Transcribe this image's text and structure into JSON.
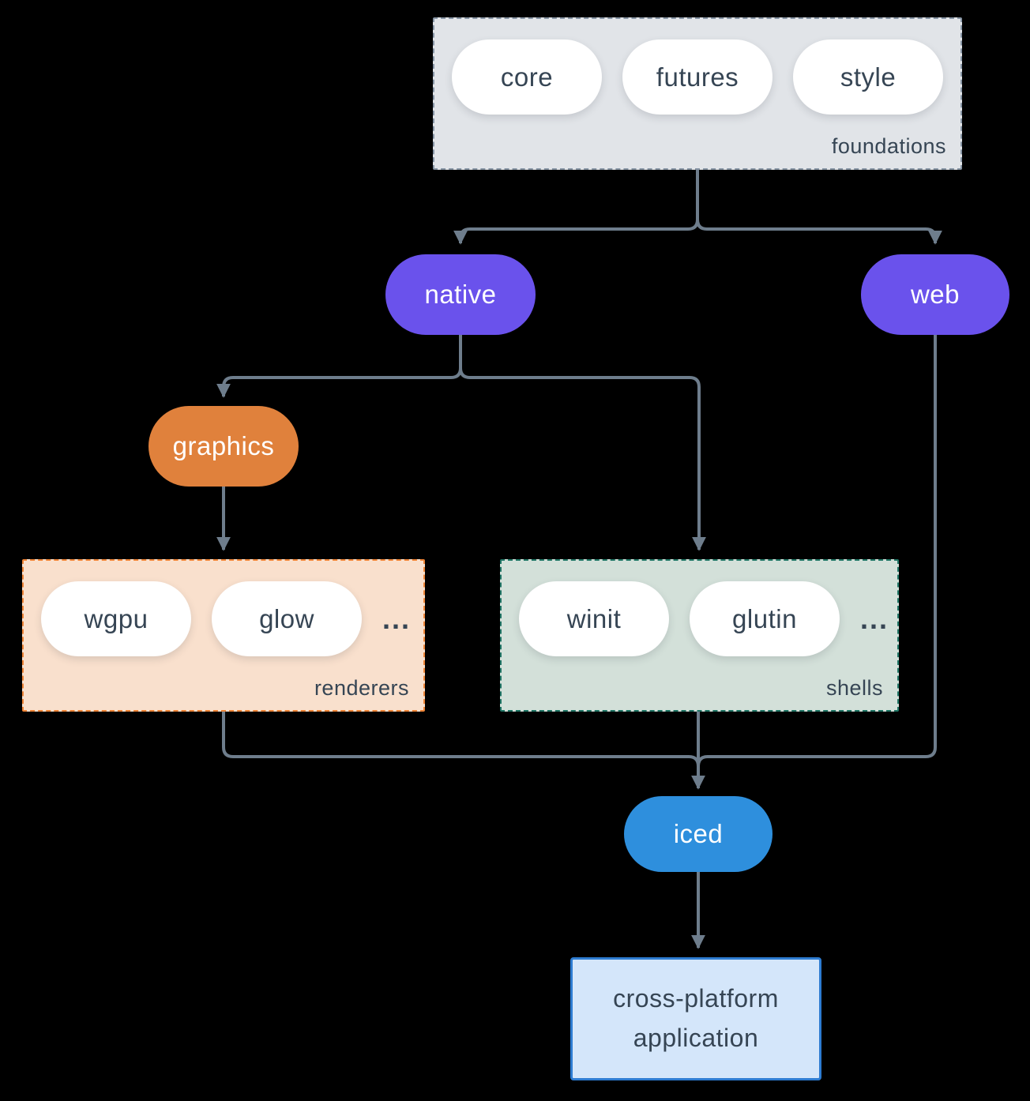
{
  "colors": {
    "background": "#000000",
    "connector": "#6e7d8c",
    "node_purple": "#6a52ec",
    "node_orange": "#e0813c",
    "node_blue": "#2e8fdd",
    "pill_background": "#ffffff",
    "text_dark": "#364554",
    "foundations_bg": "#e1e4e8",
    "foundations_border": "#8795a5",
    "renderers_bg": "#f9e0cd",
    "renderers_border": "#ef8436",
    "shells_bg": "#d3e0d9",
    "shells_border": "#1f7565",
    "app_bg": "#d4e6fa",
    "app_border": "#2e7cd1"
  },
  "foundations": {
    "label": "foundations",
    "items": [
      "core",
      "futures",
      "style"
    ]
  },
  "native": {
    "label": "native"
  },
  "web": {
    "label": "web"
  },
  "graphics": {
    "label": "graphics"
  },
  "renderers": {
    "label": "renderers",
    "items": [
      "wgpu",
      "glow"
    ],
    "more": "..."
  },
  "shells": {
    "label": "shells",
    "items": [
      "winit",
      "glutin"
    ],
    "more": "..."
  },
  "iced": {
    "label": "iced"
  },
  "application": {
    "label": "cross-platform application"
  }
}
